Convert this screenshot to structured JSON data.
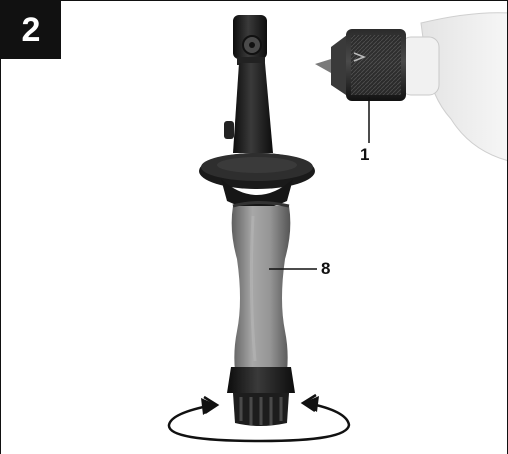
{
  "figure": {
    "number": "2",
    "callouts": [
      {
        "label": "1"
      },
      {
        "label": "8"
      }
    ]
  },
  "colors": {
    "frame": "#111111",
    "grip_gray": "#8f8f8f",
    "handle_black": "#1c1c1c"
  },
  "icons": {
    "rotation": "rotate-arrows-icon"
  }
}
